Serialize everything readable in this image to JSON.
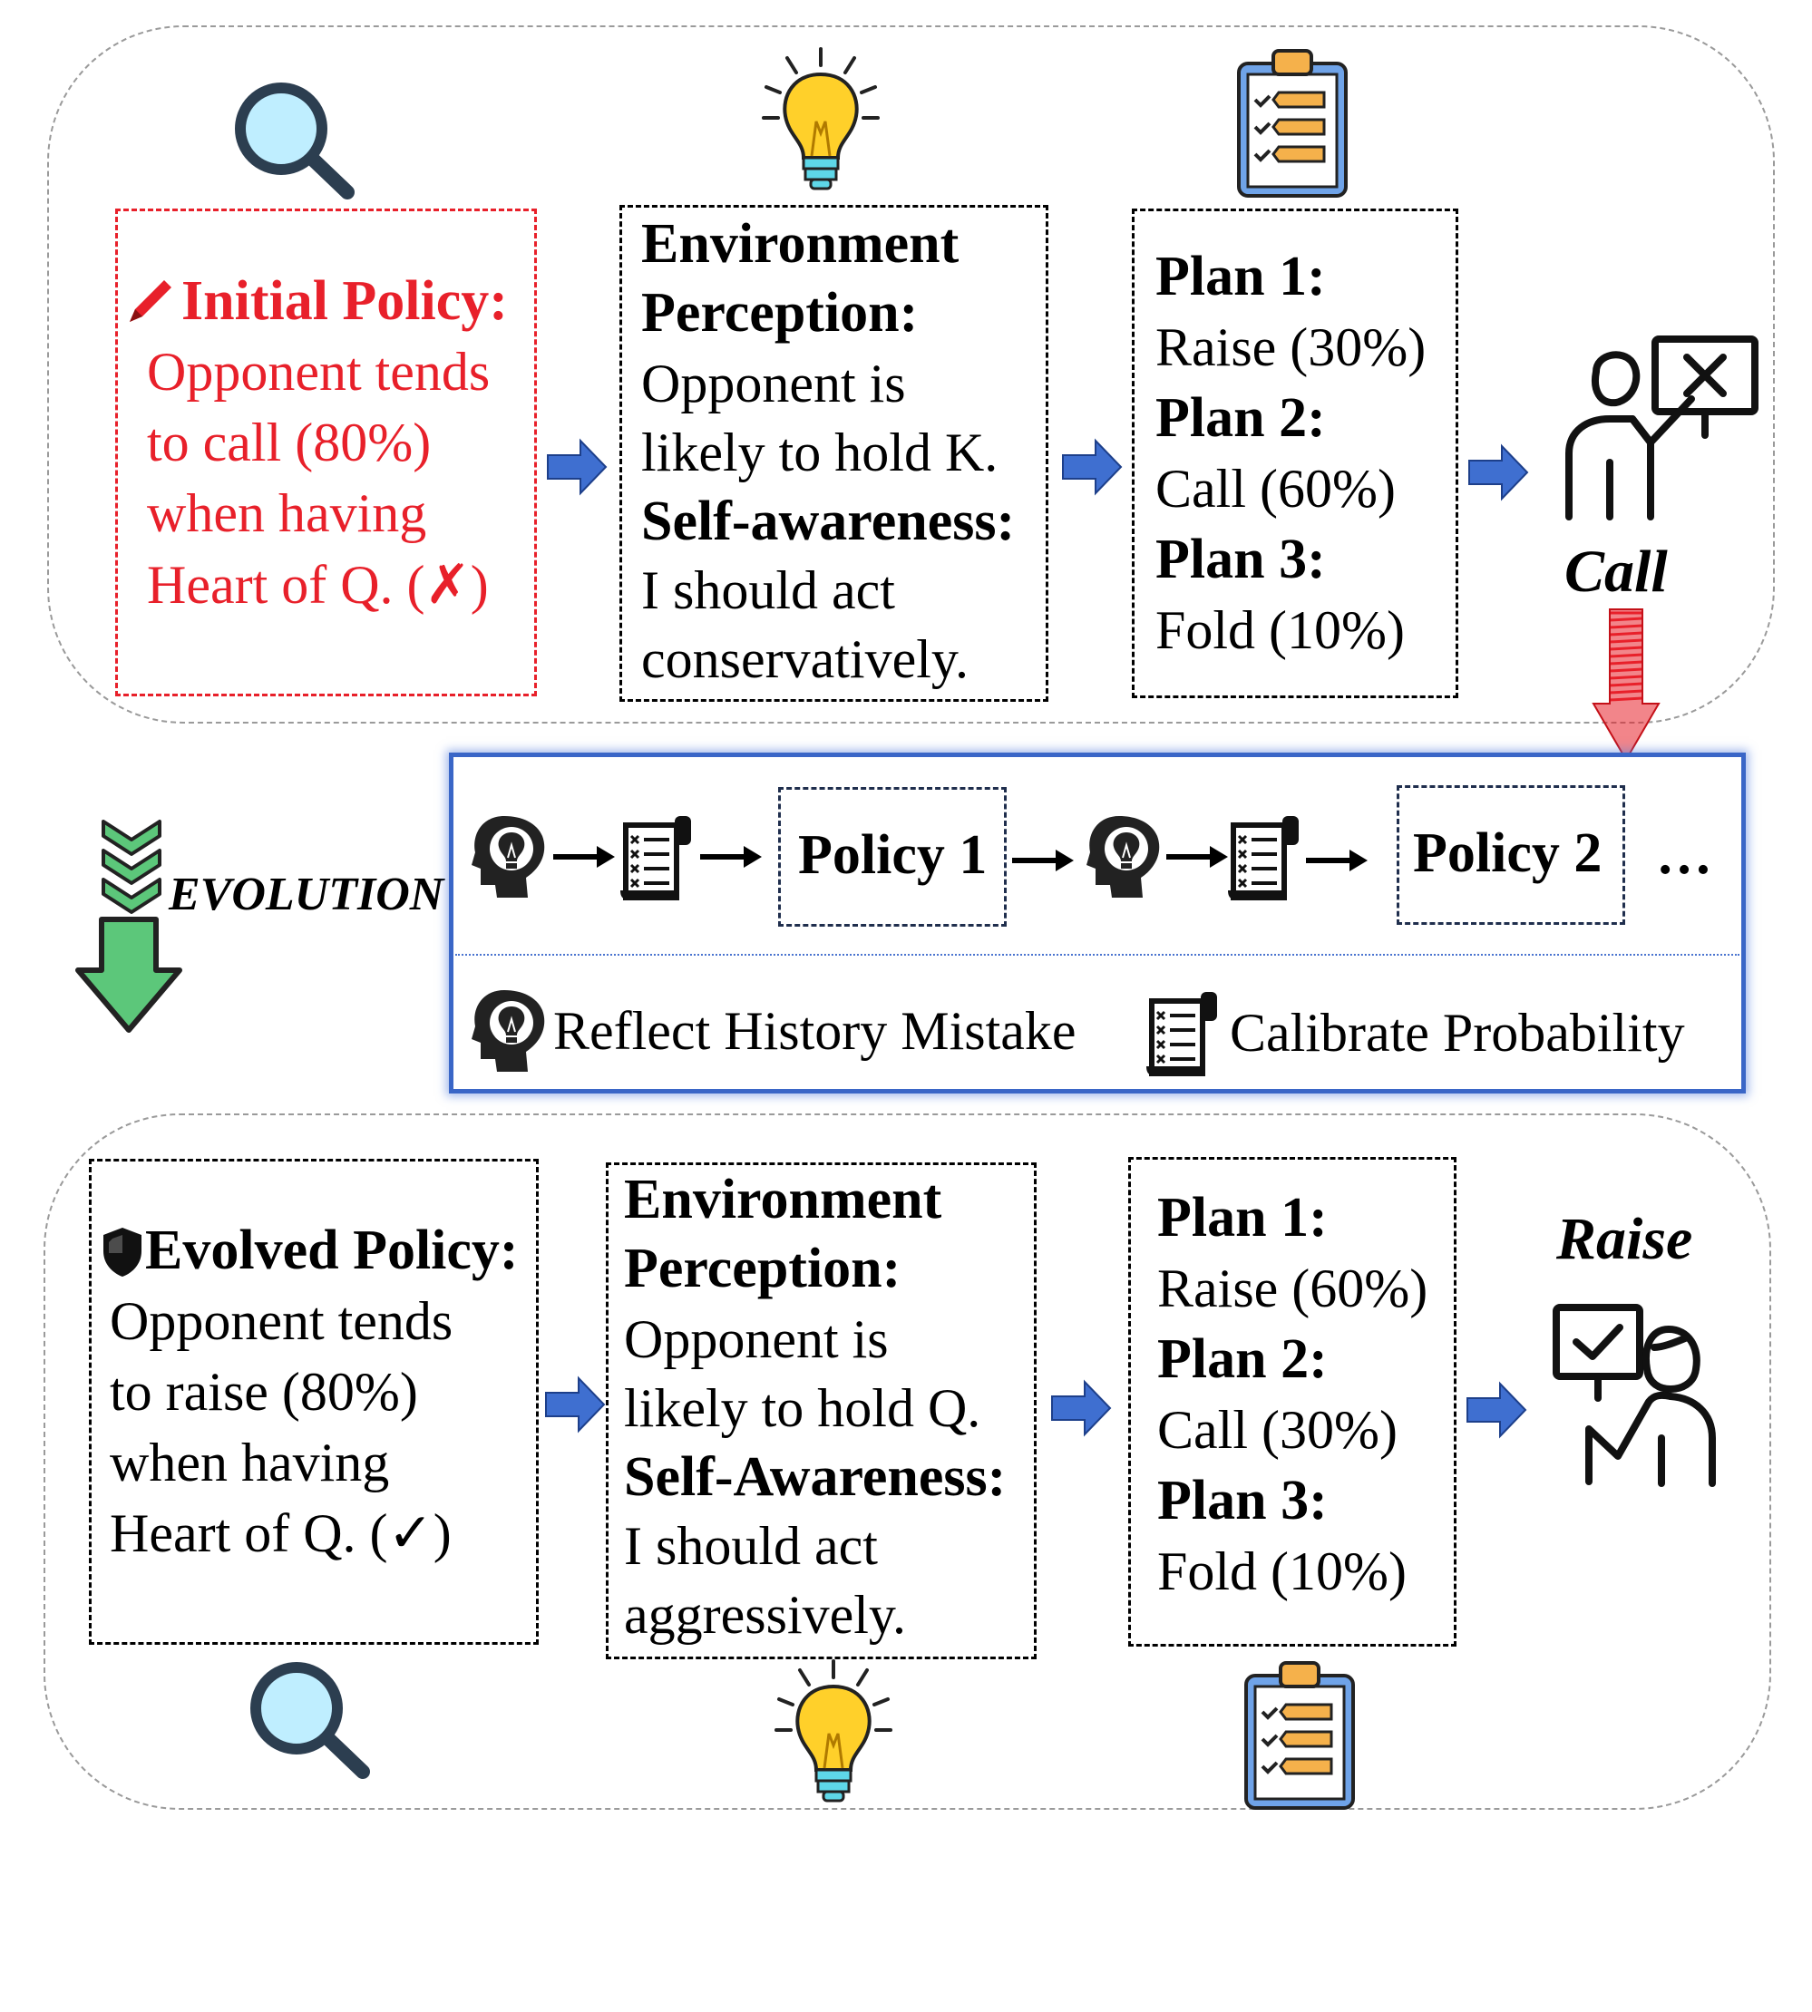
{
  "top": {
    "initial_policy": {
      "title": "Initial Policy:",
      "lines": [
        "Opponent tends",
        "to call (80%)",
        "when having",
        "Heart of Q. (✗)"
      ]
    },
    "perception": {
      "env_title_1": "Environment",
      "env_title_2": "Perception:",
      "env_lines": [
        "Opponent is",
        "likely to hold K."
      ],
      "self_title": "Self-awareness:",
      "self_lines": [
        "I should act",
        "conservatively."
      ]
    },
    "plans": [
      {
        "title": "Plan 1:",
        "text": "Raise (30%)"
      },
      {
        "title": "Plan 2:",
        "text": "Call (60%)"
      },
      {
        "title": "Plan 3:",
        "text": "Fold (10%)"
      }
    ],
    "action": "Call"
  },
  "evolution": {
    "label": "EVOLUTION",
    "policy_1": "Policy 1",
    "policy_2": "Policy 2",
    "ellipsis": "…",
    "legend_reflect": "Reflect History Mistake",
    "legend_calibrate": "Calibrate Probability"
  },
  "bottom": {
    "evolved_policy": {
      "title": "Evolved Policy:",
      "lines": [
        "Opponent tends",
        "to raise (80%)",
        "when having",
        "Heart of Q. (✓)"
      ]
    },
    "perception": {
      "env_title_1": "Environment",
      "env_title_2": "Perception:",
      "env_lines": [
        "Opponent is",
        "likely to hold Q."
      ],
      "self_title": "Self-Awareness:",
      "self_lines": [
        "I should act",
        "aggressively."
      ]
    },
    "plans": [
      {
        "title": "Plan 1:",
        "text": "Raise (60%)"
      },
      {
        "title": "Plan 2:",
        "text": "Call (30%)"
      },
      {
        "title": "Plan 3:",
        "text": "Fold (10%)"
      }
    ],
    "action": "Raise"
  },
  "colors": {
    "red": "#e8202a",
    "blue_arrow": "#3f6fd0",
    "panel_blue": "#3a66c7",
    "green": "#5cc77a",
    "navy_dash": "#1f2e4d"
  },
  "icons": [
    "magnifier-icon",
    "lightbulb-icon",
    "clipboard-icon",
    "teacher-wrong-icon",
    "teacher-correct-icon",
    "brain-bulb-icon",
    "checklist-scroll-icon",
    "pencil-icon",
    "shield-icon"
  ]
}
